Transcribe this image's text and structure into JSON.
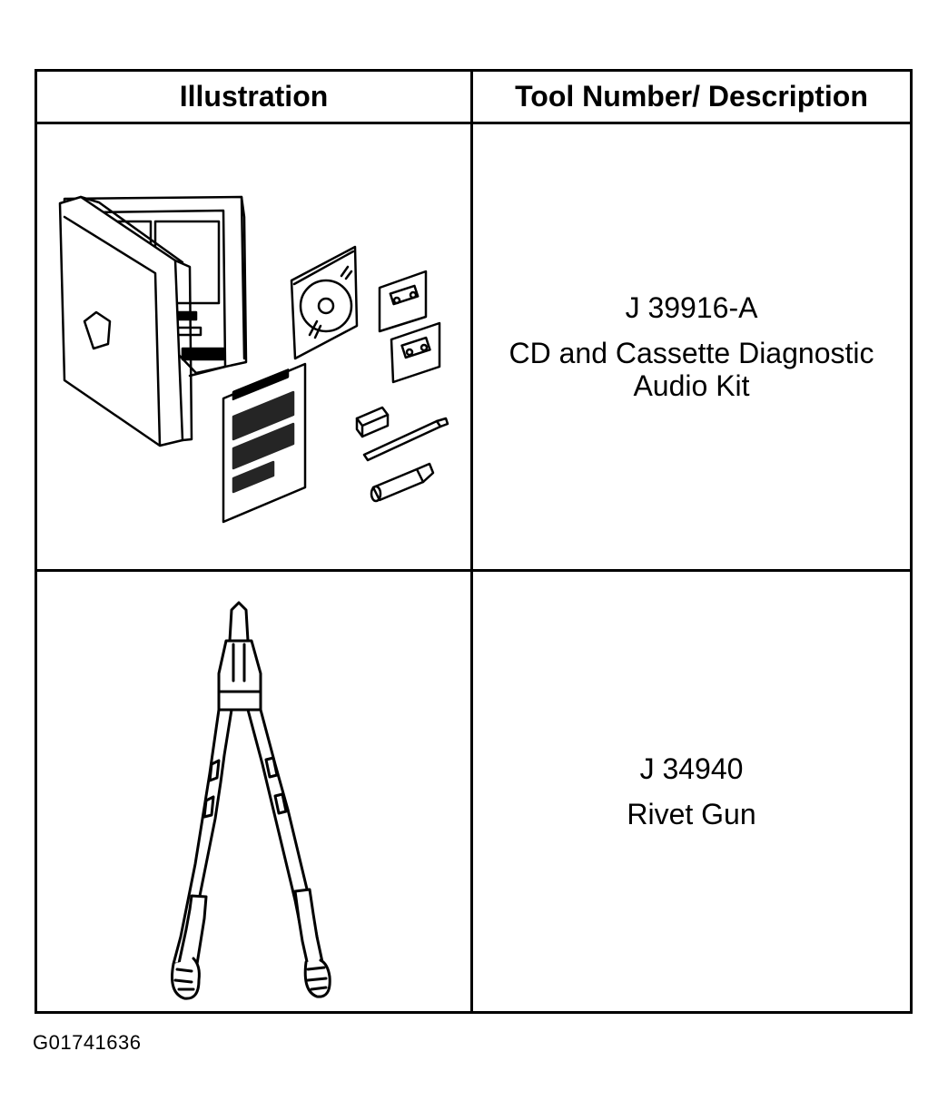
{
  "table": {
    "headers": {
      "illustration": "Illustration",
      "tool_description": "Tool Number/ Description"
    },
    "rows": [
      {
        "tool_number": "J 39916-A",
        "description": "CD and Cassette Diagnostic\nAudio Kit",
        "illustration_icon": "cd-cassette-audio-kit-icon"
      },
      {
        "tool_number": "J 34940",
        "description": "Rivet Gun",
        "illustration_icon": "rivet-gun-icon"
      }
    ]
  },
  "figure_id": "G01741636"
}
